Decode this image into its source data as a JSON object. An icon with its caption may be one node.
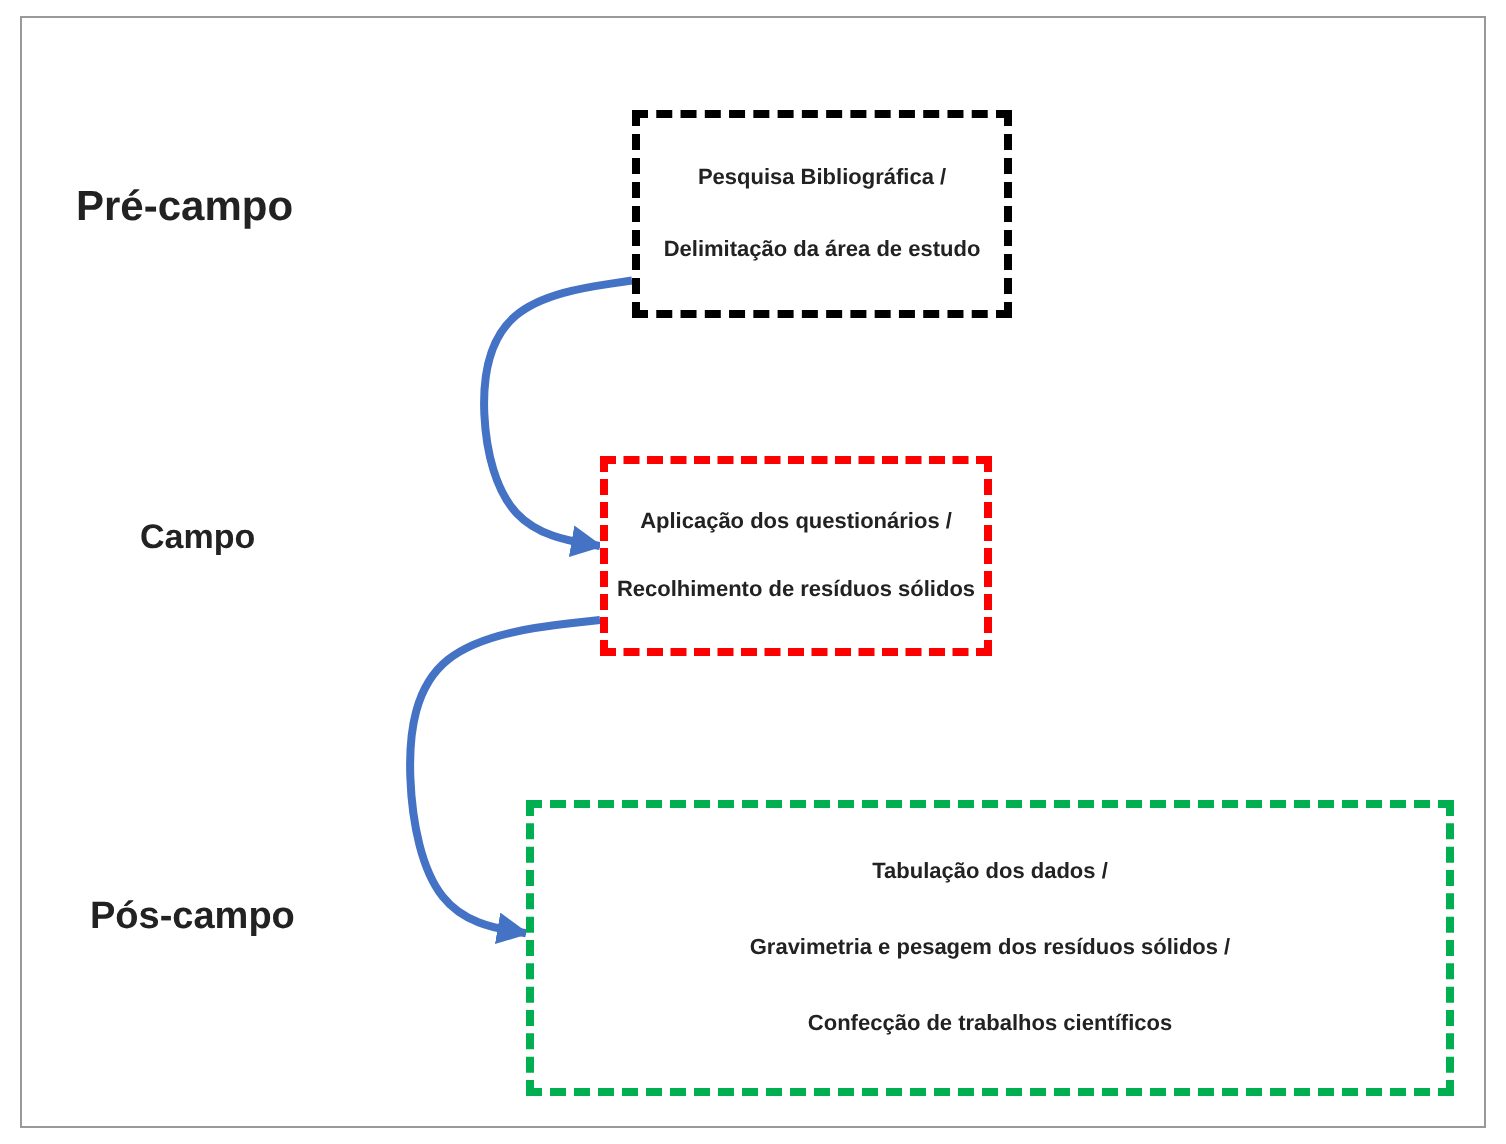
{
  "diagram": {
    "nodes": [
      {
        "text": [
          "Pesquisa Bibliográfica /",
          "Delimitação da área de estudo"
        ]
      },
      {
        "text": [
          "Aplicação dos questionários /",
          "Recolhimento de resíduos sólidos"
        ]
      },
      {
        "text": [
          "Tabulação dos dados /",
          "Gravimetria e pesagem dos resíduos sólidos /",
          "Confecção de trabalhos científicos"
        ]
      }
    ],
    "edges": [
      {
        "from": 0,
        "to": 1,
        "arrow": "to"
      },
      {
        "from": 1,
        "to": 2,
        "arrow": "to"
      }
    ],
    "labels": [
      "Pré-campo",
      "Campo",
      "Pós-campo"
    ]
  }
}
